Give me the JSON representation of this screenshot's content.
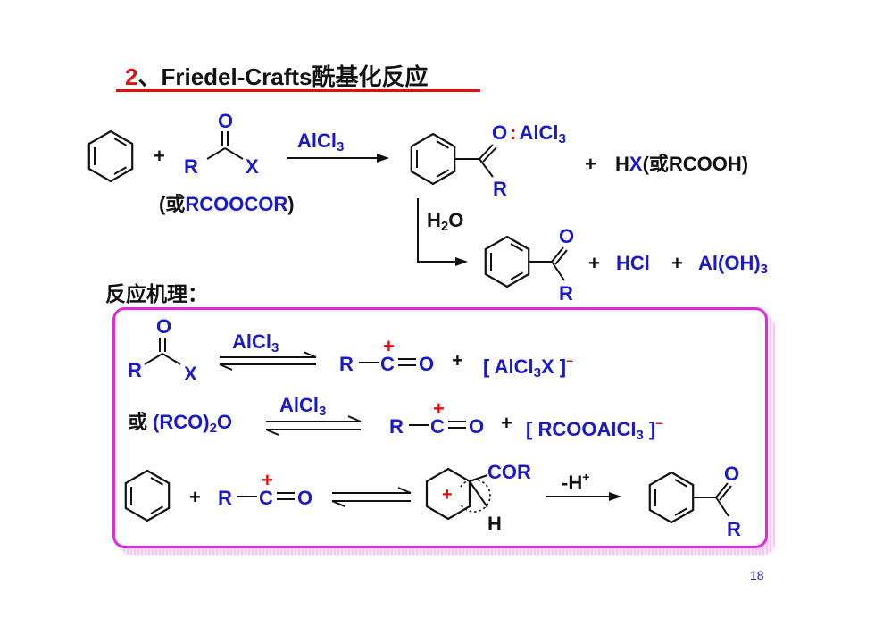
{
  "title": {
    "number": "2",
    "text": "、Friedel-Crafts酰基化反应"
  },
  "reaction1": {
    "plus1": "+",
    "R": "R",
    "O": "O",
    "X": "X",
    "alt_prefix": "(或",
    "alt_formula": "RCOOCOR",
    "alt_suffix": ")",
    "reagent_main": "AlCl",
    "reagent_sub": "3",
    "product_O": "O",
    "product_colon": ":",
    "product_AlCl": "AlCl",
    "product_AlCl_sub": "3",
    "product_R": "R",
    "plus2": "+",
    "byproduct_H": "H",
    "byproduct_X": "X",
    "byproduct_rest_prefix": "(或",
    "byproduct_rest": "RCOOH)"
  },
  "hydrolysis": {
    "reagent_H": "H",
    "reagent_sub": "2",
    "reagent_O": "O",
    "product_O": "O",
    "product_R": "R",
    "plus1": "+",
    "hcl": "HCl",
    "plus2": "+",
    "aloh": "Al(OH)",
    "aloh_sub": "3"
  },
  "mechanism_label": "反应机理：",
  "mechanism": {
    "step1": {
      "O": "O",
      "R": "R",
      "X": "X",
      "reagent": "AlCl",
      "reagent_sub": "3",
      "acylium_R": "R",
      "acylium_C": "C",
      "acylium_O": "O",
      "charge": "+",
      "plus": "+",
      "anion_open": "[ AlCl",
      "anion_sub": "3",
      "anion_X": "X ]",
      "anion_charge": "−"
    },
    "step2": {
      "or": "或",
      "anhydride_main": "(RCO)",
      "anhydride_sub": "2",
      "anhydride_O": "O",
      "reagent": "AlCl",
      "reagent_sub": "3",
      "acylium_R": "R",
      "acylium_C": "C",
      "acylium_O": "O",
      "charge": "+",
      "plus": "+",
      "anion_open": "[ RCOOAlCl",
      "anion_sub": "3",
      "anion_close": " ]",
      "anion_charge": "−"
    },
    "step3": {
      "plus": "+",
      "acylium_R": "R",
      "acylium_C": "C",
      "acylium_O": "O",
      "charge": "+",
      "sigma_COR": "COR",
      "sigma_H": "H",
      "sigma_charge": "+",
      "deprotonation": "-H",
      "deprotonation_sup": "+",
      "product_O": "O",
      "product_R": "R"
    }
  },
  "page_number": "18",
  "colors": {
    "accent_red": "#e01010",
    "blue": "#1a1acc",
    "magenta": "#e028e0",
    "black": "#111111"
  }
}
